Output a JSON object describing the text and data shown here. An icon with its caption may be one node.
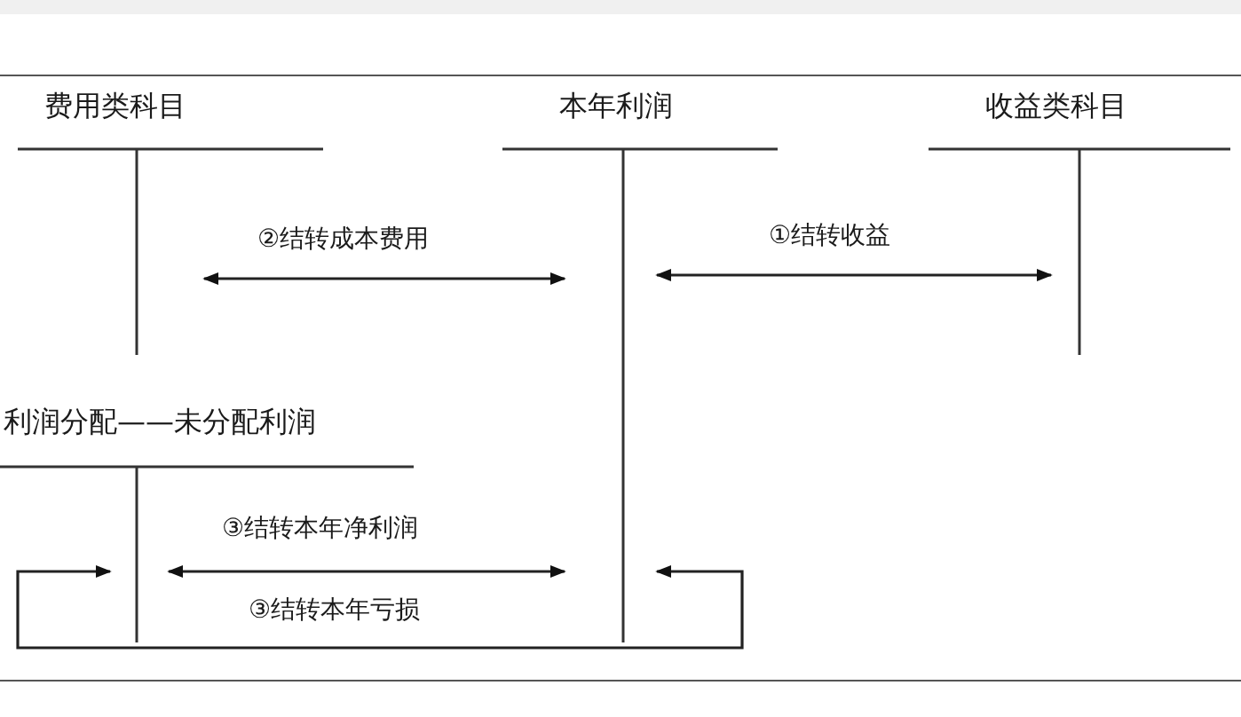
{
  "diagram": {
    "nodes": [
      {
        "text": [
          "费用类科目"
        ]
      },
      {
        "text": [
          "本年利润"
        ]
      },
      {
        "text": [
          "收益类科目"
        ]
      },
      {
        "text": [
          "利润分配——未分配利润"
        ]
      }
    ],
    "edges": [
      {
        "from": 0,
        "to": 1,
        "arrow": "both",
        "label": "②结转成本费用"
      },
      {
        "from": 1,
        "to": 2,
        "arrow": "both",
        "label": "①结转收益"
      },
      {
        "from": 3,
        "to": 1,
        "arrow": "both",
        "label": "③结转本年净利润"
      },
      {
        "from": 3,
        "to": 1,
        "arrow": "both"
      }
    ],
    "labels": [
      "③结转本年亏损"
    ]
  }
}
